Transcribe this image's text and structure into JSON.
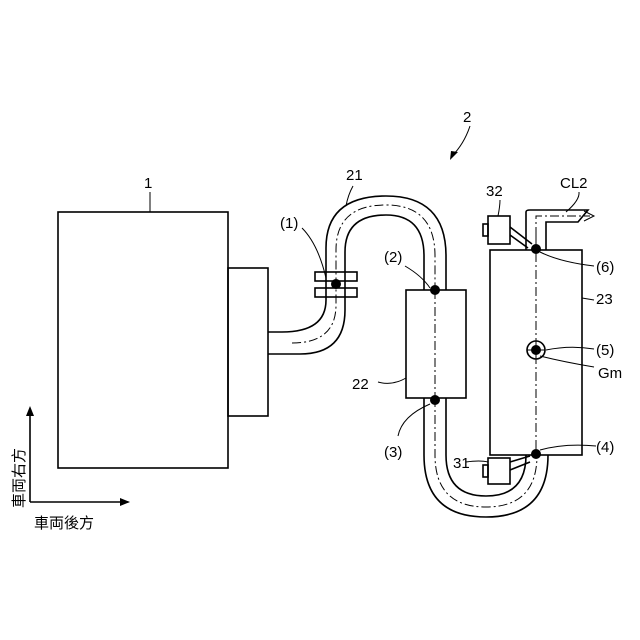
{
  "figure_ref": "2",
  "components": {
    "engine": "1",
    "pipe": "21",
    "catalyst": "22",
    "muffler": "23",
    "sensor_lower": "31",
    "sensor_upper": "32"
  },
  "points": {
    "p1": "(1)",
    "p2": "(2)",
    "p3": "(3)",
    "p4": "(4)",
    "p5": "(5)",
    "p6": "(6)"
  },
  "centerline": "CL2",
  "center_of_gravity": "Gm",
  "axes": {
    "vertical": "車両右方",
    "horizontal": "車両後方"
  }
}
